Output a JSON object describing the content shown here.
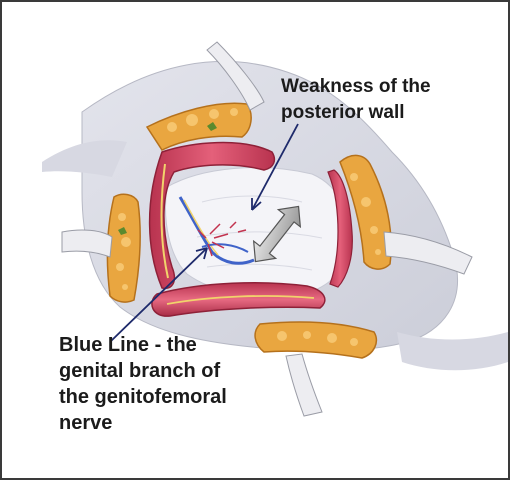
{
  "annotations": {
    "posterior_wall": {
      "lines": [
        "Weakness of the",
        "posterior wall"
      ]
    },
    "genital_branch": {
      "lines": [
        "Blue Line - the",
        "genital branch of",
        "the genitofemoral",
        "nerve"
      ]
    }
  },
  "colors": {
    "frame_border": "#3a3a3a",
    "fat": "#e9a640",
    "muscle": "#d9506a",
    "nerve": "#3f63c9",
    "retractor": "#ececef",
    "text": "#1b1b1b",
    "arrow": "#1e2a6b"
  }
}
